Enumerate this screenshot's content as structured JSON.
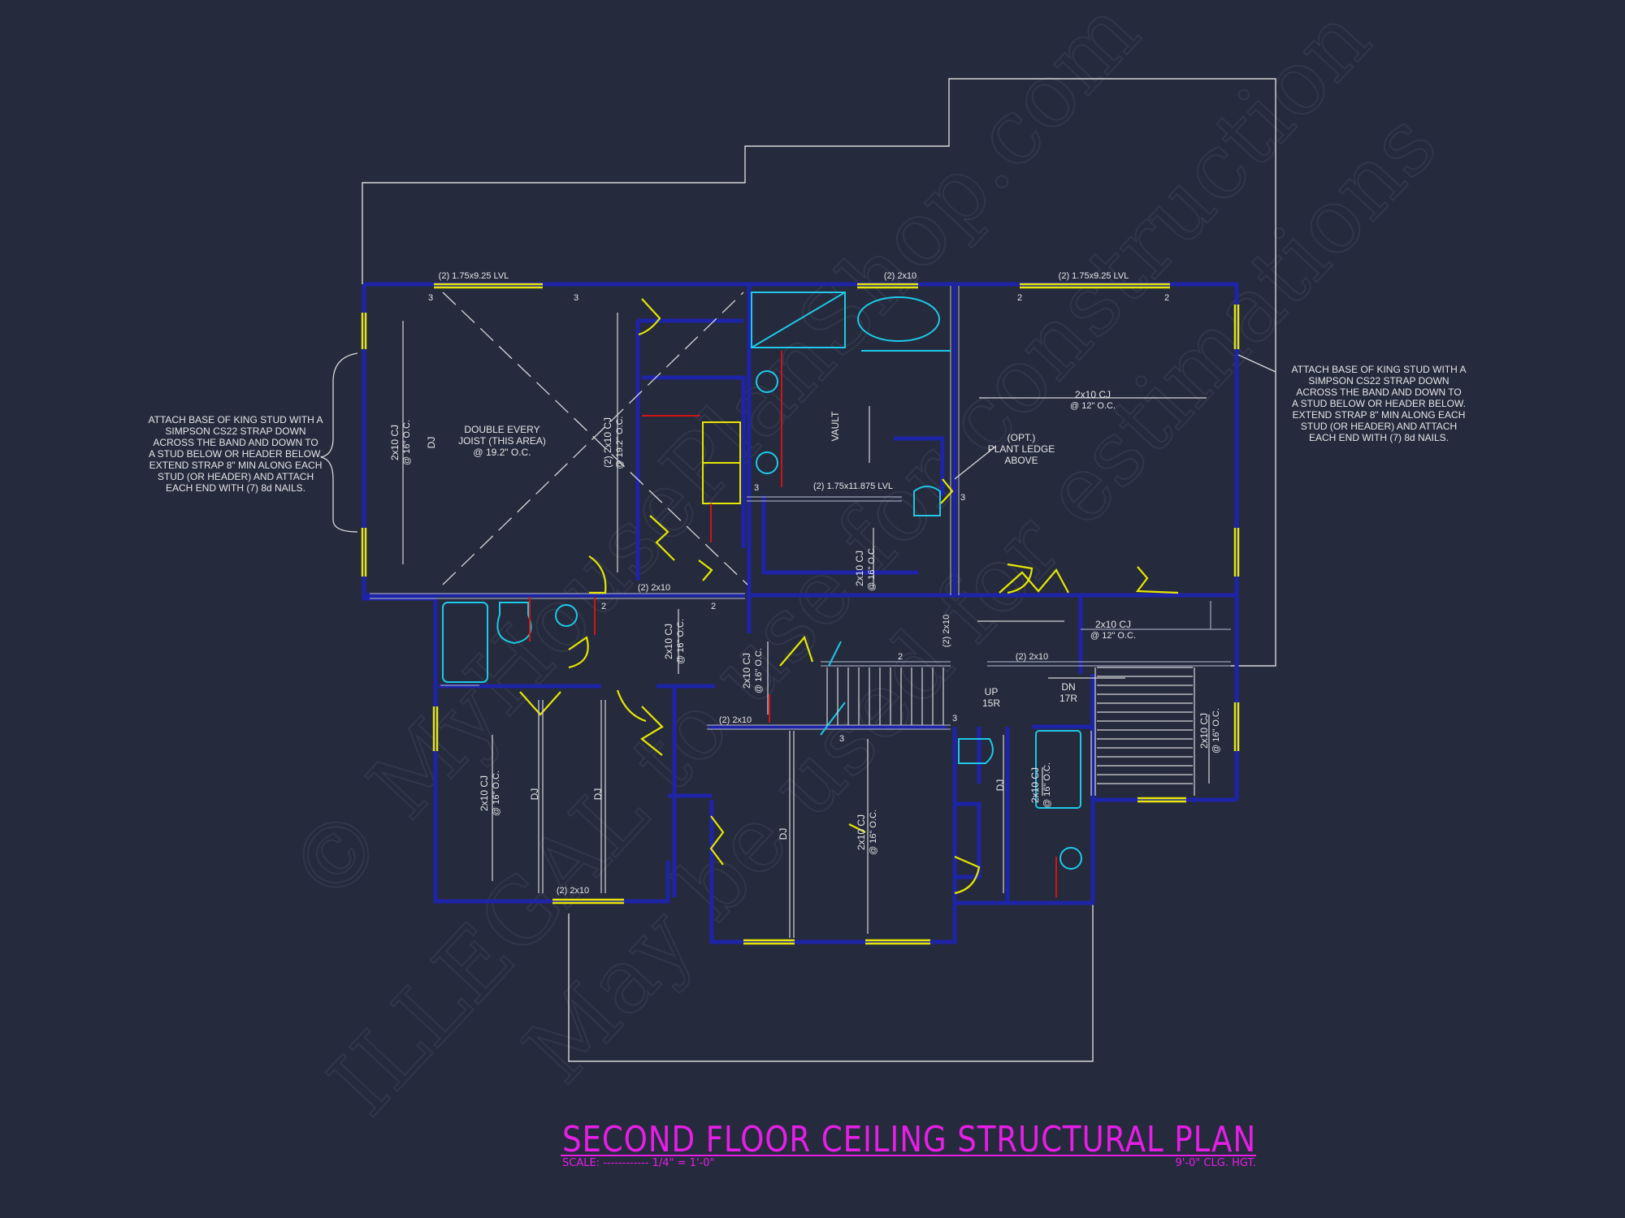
{
  "watermark": {
    "line1": "© MyHousePlanShop.com",
    "line2": "ILLEGAL to use for construction",
    "line3": "May be used for estimations"
  },
  "title": {
    "main": "SECOND FLOOR CEILING STRUCTURAL PLAN",
    "scale": "SCALE: ------------ 1/4\" = 1'-0\"",
    "ceiling": "9'-0\" CLG. HGT."
  },
  "notes": {
    "left": [
      "ATTACH BASE OF KING STUD WITH A",
      "SIMPSON CS22 STRAP DOWN",
      "ACROSS THE BAND AND DOWN TO",
      "A STUD BELOW OR HEADER BELOW.",
      "EXTEND STRAP 8\" MIN ALONG EACH",
      "STUD (OR HEADER) AND ATTACH",
      "EACH END WITH (7) 8d NAILS."
    ],
    "right": [
      "ATTACH BASE OF KING STUD WITH A",
      "SIMPSON CS22 STRAP DOWN",
      "ACROSS THE BAND AND DOWN TO",
      "A STUD BELOW OR HEADER BELOW.",
      "EXTEND STRAP 8\" MIN ALONG EACH",
      "STUD (OR HEADER) AND ATTACH",
      "EACH END WITH (7) 8d NAILS."
    ],
    "double_joist": [
      "DOUBLE EVERY",
      "JOIST (THIS AREA)",
      "@ 19.2\" O.C."
    ],
    "plant_ledge": [
      "(OPT.)",
      "PLANT LEDGE",
      "ABOVE"
    ]
  },
  "headers": {
    "lvl_left": "(2) 1.75x9.25 LVL",
    "top_2x10": "(2) 2x10",
    "lvl_right": "(2) 1.75x9.25 LVL",
    "lvl_mid": "(2) 1.75x11.875 LVL",
    "mid_2x10": "(2) 2x10",
    "hall_2x10": "(2) 2x10",
    "vert_2x10": "(2) 2x10",
    "stair_2x10": "(2) 2x10",
    "bottom_2x10": "(2) 2x10"
  },
  "joists": {
    "cj_16_a": [
      "2x10 CJ",
      "@ 16\" O.C."
    ],
    "cj_19": [
      "(2) 2x10 CJ",
      "@ 19.2\" O.C."
    ],
    "cj_12_master": [
      "2x10 CJ",
      "@ 12\" O.C."
    ],
    "cj_16_mid": [
      "2x10 CJ",
      "@ 16\" O.C."
    ],
    "cj_16_hall": [
      "2x10 CJ",
      "@ 16\" O.C."
    ],
    "cj_16_hall2": [
      "2x10 CJ",
      "@ 16\" O.C."
    ],
    "cj_12_right": [
      "2x10 CJ",
      "@ 12\" O.C."
    ],
    "cj_16_br2": [
      "2x10 CJ",
      "@ 16\" O.C."
    ],
    "cj_16_br3": [
      "2x10 CJ",
      "@ 16\" O.C."
    ],
    "cj_16_bath": [
      "2x10 CJ",
      "@ 16\" O.C."
    ],
    "cj_16_stair": [
      "2x10 CJ",
      "@ 16\" O.C."
    ],
    "dj": "DJ",
    "vault": "VAULT"
  },
  "stairs": {
    "up": "UP",
    "up_risers": "15R",
    "dn": "DN",
    "dn_risers": "17R"
  },
  "bearing_marks": [
    "3",
    "3",
    "2",
    "2",
    "3",
    "3",
    "2",
    "2",
    "2",
    "3",
    "3"
  ],
  "colors": {
    "background": "#252a3d",
    "wall": "#1e24a8",
    "wall_fill": "#2a2fb5",
    "window": "#e6e600",
    "fixture": "#1ec8e6",
    "door": "#e6e600",
    "title": "#e61ee6",
    "line": "#d8d8d8",
    "accent_red": "#d01414"
  }
}
